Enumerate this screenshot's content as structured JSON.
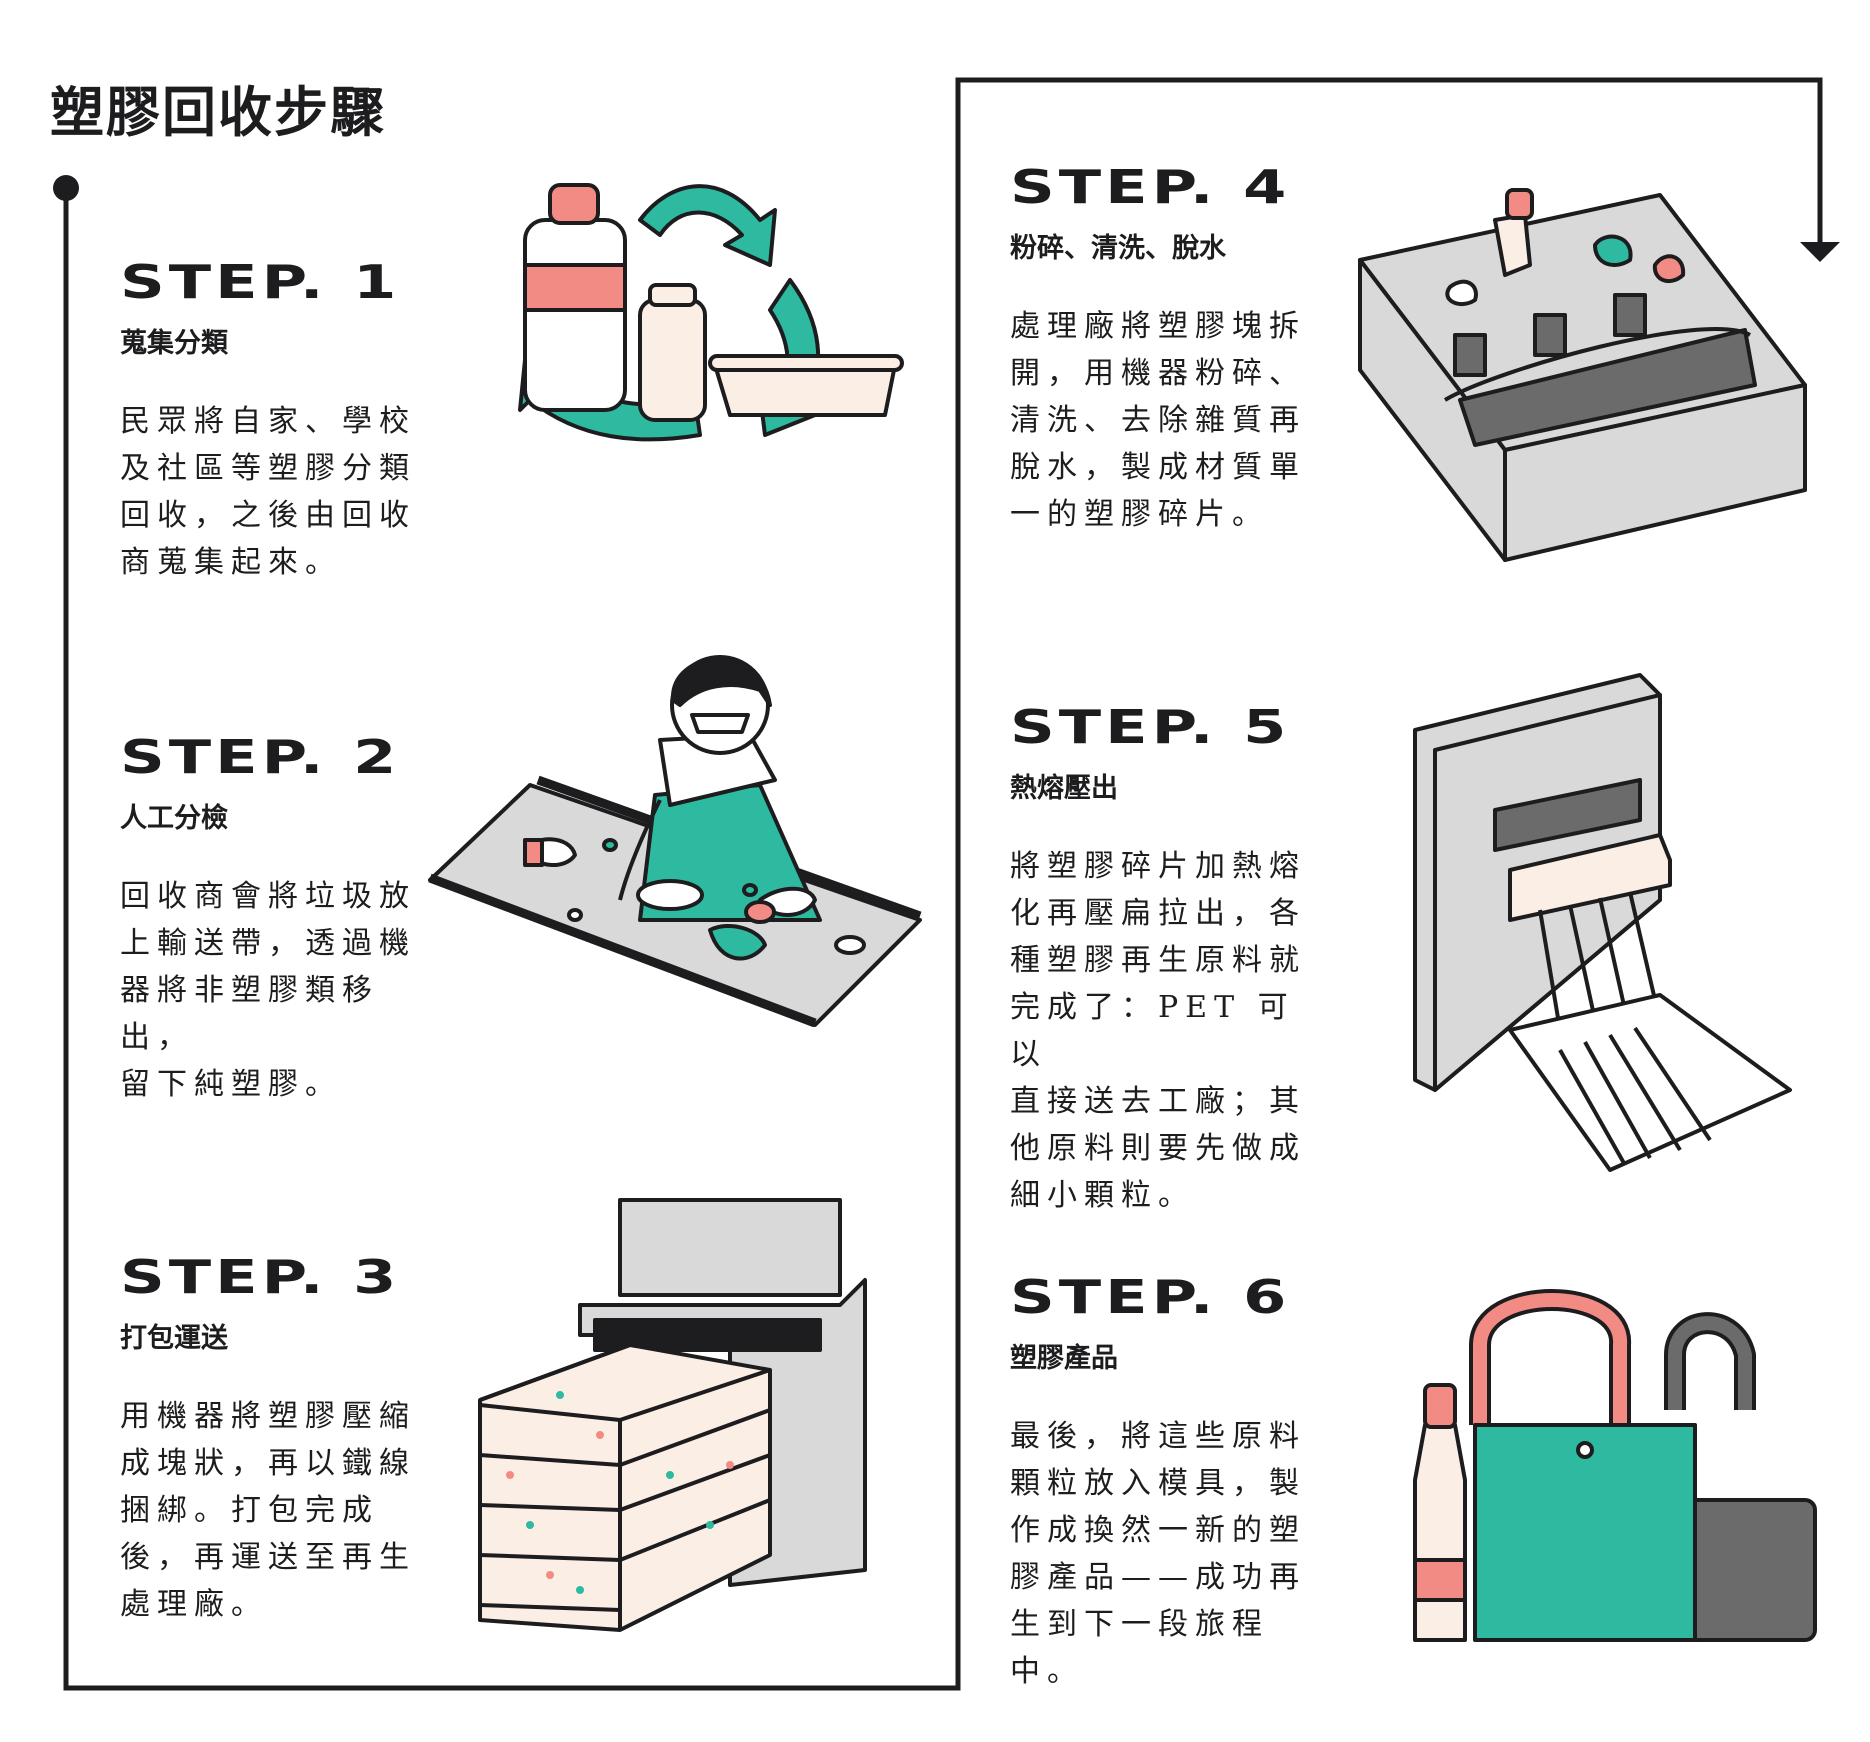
{
  "title": "塑膠回收步驟",
  "colors": {
    "green": "#2ebaa0",
    "pink": "#f28b84",
    "cream": "#fbeee4",
    "gray": "#d9d9d9",
    "dark": "#1d1d1f",
    "darkgray": "#6b6b6b"
  },
  "steps": [
    {
      "label": "STEP. 1",
      "subtitle": "蒐集分類",
      "body": [
        "民眾將自家、學校",
        "及社區等塑膠分類",
        "回收，之後由回收",
        "商蒐集起來。"
      ],
      "icon": "recycle-bottles-icon"
    },
    {
      "label": "STEP. 2",
      "subtitle": "人工分檢",
      "body": [
        "回收商會將垃圾放",
        "上輸送帶，透過機",
        "器將非塑膠類移出，",
        "留下純塑膠。"
      ],
      "icon": "worker-conveyor-icon"
    },
    {
      "label": "STEP. 3",
      "subtitle": "打包運送",
      "body": [
        "用機器將塑膠壓縮",
        "成塊狀，再以鐵線",
        "捆綁。打包完成",
        "後，再運送至再生",
        "處理廠。"
      ],
      "icon": "baler-machine-icon"
    },
    {
      "label": "STEP. 4",
      "subtitle": "粉碎、清洗、脫水",
      "body": [
        "處理廠將塑膠塊拆",
        "開，用機器粉碎、",
        "清洗、去除雜質再",
        "脫水，製成材質單",
        "一的塑膠碎片。"
      ],
      "icon": "shredder-icon"
    },
    {
      "label": "STEP. 5",
      "subtitle": "熱熔壓出",
      "body": [
        "將塑膠碎片加熱熔",
        "化再壓扁拉出，各",
        "種塑膠再生原料就",
        "完成了：PET 可以",
        "直接送去工廠；其",
        "他原料則要先做成",
        "細小顆粒。"
      ],
      "icon": "extruder-icon"
    },
    {
      "label": "STEP. 6",
      "subtitle": "塑膠產品",
      "body": [
        "最後，將這些原料",
        "顆粒放入模具，製",
        "作成換然一新的塑",
        "膠產品——成功再",
        "生到下一段旅程中。"
      ],
      "icon": "plastic-products-icon"
    }
  ]
}
